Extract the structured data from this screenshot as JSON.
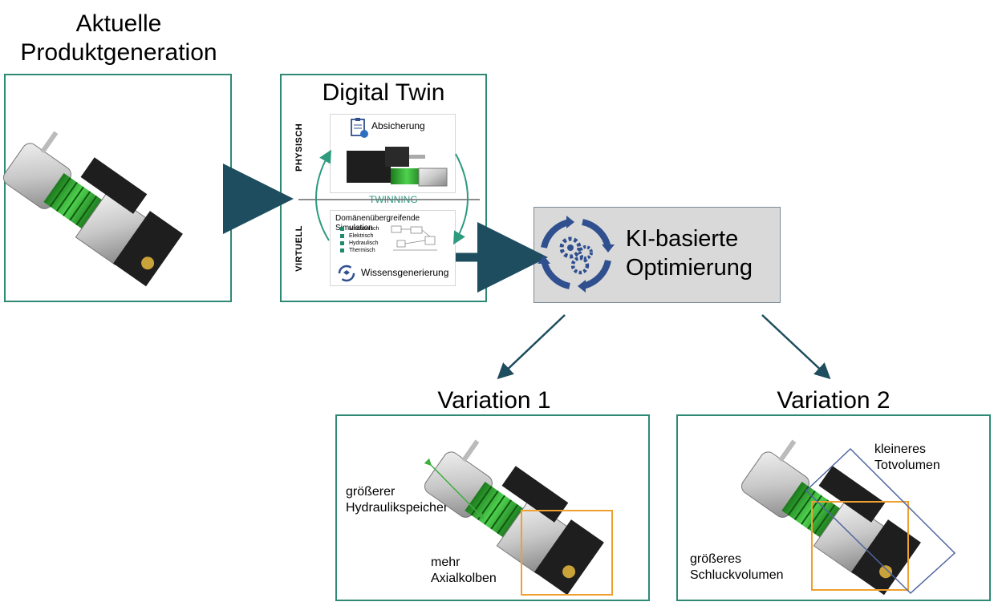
{
  "current": {
    "title_line1": "Aktuelle",
    "title_line2": "Produktgeneration"
  },
  "twin": {
    "title": "Digital Twin",
    "physical_label": "PHYSISCH",
    "virtual_label": "VIRTUELL",
    "twinning_label": "TWINNING",
    "validation_label": "Absicherung",
    "simulation_title": "Domänenübergreifende Simulation",
    "simulation_items": [
      "Mechanisch",
      "Elektrisch",
      "Hydraulisch",
      "Thermisch"
    ],
    "knowledge_label": "Wissensgenerierung"
  },
  "ai": {
    "line1": "KI-basierte",
    "line2": "Optimierung"
  },
  "variation1": {
    "title": "Variation 1",
    "label_a_line1": "größerer",
    "label_a_line2": "Hydraulikspeicher",
    "label_b_line1": "mehr",
    "label_b_line2": "Axialkolben"
  },
  "variation2": {
    "title": "Variation 2",
    "label_a_line1": "kleineres",
    "label_a_line2": "Totvolumen",
    "label_b_line1": "größeres",
    "label_b_line2": "Schluckvolumen"
  },
  "colors": {
    "frame": "#2e8a74",
    "arrow": "#1d4d5e",
    "ai_icon": "#2f4f8f",
    "accent_green": "#3fae3f",
    "highlight_orange": "#f0a030",
    "highlight_blue": "#5066a0"
  }
}
